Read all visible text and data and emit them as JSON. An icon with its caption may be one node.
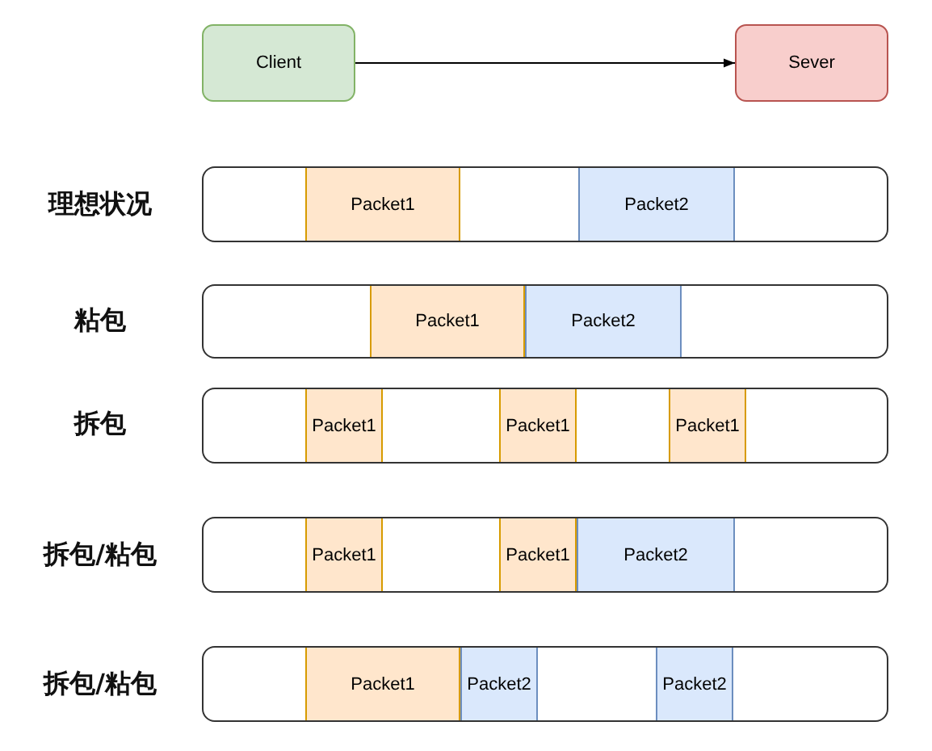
{
  "diagram": {
    "nodes": [
      {
        "text": [
          "Client"
        ]
      },
      {
        "text": [
          "Sever"
        ]
      },
      {
        "text": [],
        "shape": "bar"
      },
      {
        "text": [
          "Packet1"
        ],
        "in": 2
      },
      {
        "text": [
          "Packet2"
        ],
        "in": 2
      },
      {
        "text": [],
        "shape": "bar"
      },
      {
        "text": [
          "Packet1"
        ],
        "in": 5
      },
      {
        "text": [
          "Packet2"
        ],
        "in": 5
      },
      {
        "text": [],
        "shape": "bar"
      },
      {
        "text": [
          "Packet1"
        ],
        "in": 8
      },
      {
        "text": [
          "Packet1"
        ],
        "in": 8
      },
      {
        "text": [
          "Packet1"
        ],
        "in": 8
      },
      {
        "text": [],
        "shape": "bar"
      },
      {
        "text": [
          "Packet1"
        ],
        "in": 12
      },
      {
        "text": [
          "Packet1"
        ],
        "in": 12
      },
      {
        "text": [
          "Packet2"
        ],
        "in": 12
      },
      {
        "text": [],
        "shape": "bar"
      },
      {
        "text": [
          "Packet1"
        ],
        "in": 16
      },
      {
        "text": [
          "Packet2"
        ],
        "in": 16
      },
      {
        "text": [
          "Packet2"
        ],
        "in": 16
      }
    ],
    "edges": [
      {
        "from": 0,
        "to": 1,
        "arrow": "to"
      }
    ],
    "labels": [
      "理想状况",
      "粘包",
      "拆包",
      "拆包/粘包",
      "拆包/粘包"
    ]
  }
}
